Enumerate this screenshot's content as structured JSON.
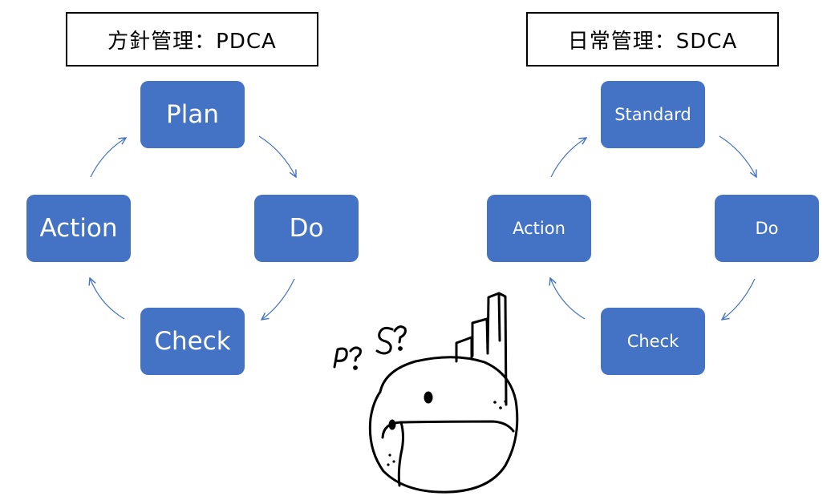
{
  "pdca": {
    "title": "方針管理：PDCA",
    "nodes": {
      "top": "Plan",
      "right": "Do",
      "bottom": "Check",
      "left": "Action"
    }
  },
  "sdca": {
    "title": "日常管理：SDCA",
    "nodes": {
      "top": "Standard",
      "right": "Do",
      "bottom": "Check",
      "left": "Action"
    }
  },
  "doodle": {
    "caption": "P? S?",
    "icon": "confused-factory-character-icon"
  },
  "colors": {
    "node_fill": "#4472C4",
    "arrow": "#4472C4",
    "ink": "#000000"
  }
}
